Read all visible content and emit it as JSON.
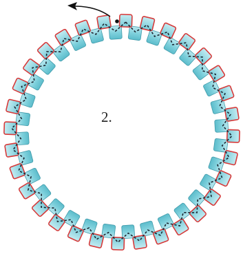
{
  "figure": {
    "step_label": "2.",
    "bead_count": 32,
    "colors": {
      "inner_bead": "#7ccfdb",
      "inner_bead_light": "#b9e7ee",
      "inner_bead_stroke": "#3f9aaa",
      "outer_outline": "#d63a3a",
      "thread": "#1b2530",
      "arrow": "#111111"
    },
    "icons": [
      "thread-needle-arrow",
      "thread-start-dot"
    ]
  }
}
